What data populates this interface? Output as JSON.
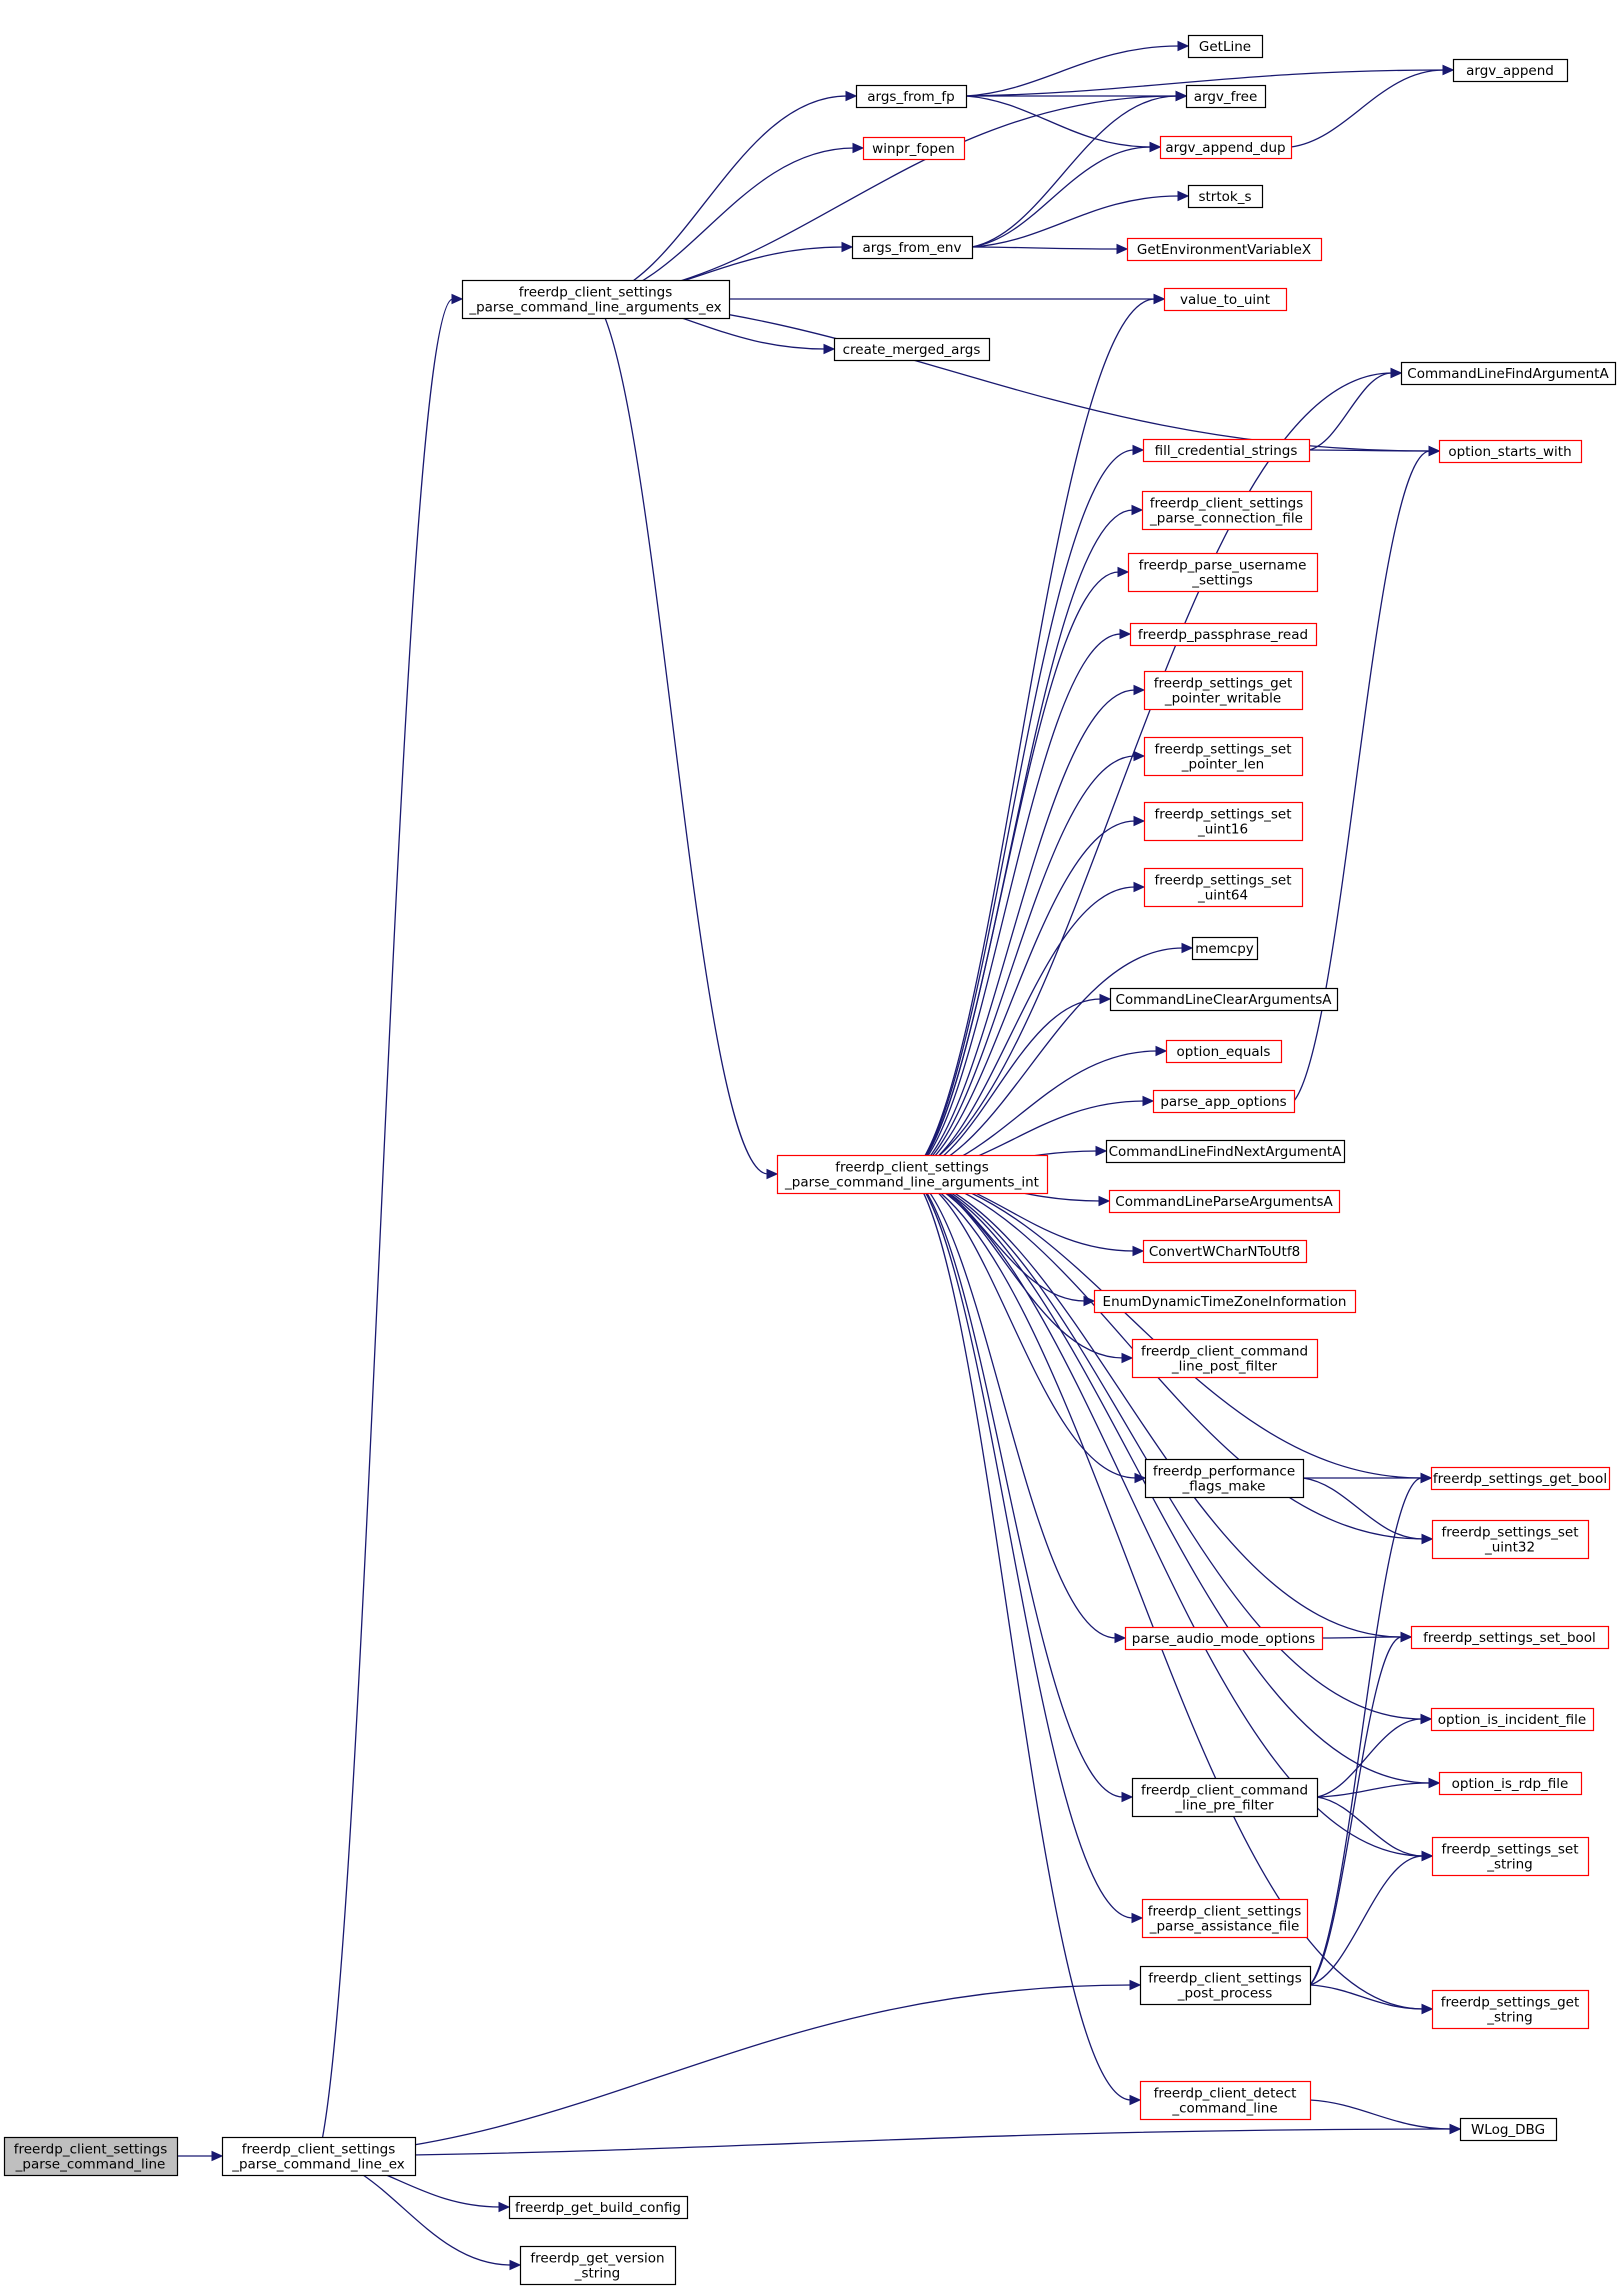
{
  "nodes": [
    {
      "id": "parse_command_line",
      "lines": [
        "freerdp_client_settings",
        "_parse_command_line"
      ],
      "highlight": true,
      "border": "black"
    },
    {
      "id": "parse_command_line_ex",
      "lines": [
        "freerdp_client_settings",
        "_parse_command_line_ex"
      ],
      "border": "black"
    },
    {
      "id": "parse_args_ex",
      "lines": [
        "freerdp_client_settings",
        "_parse_command_line_arguments_ex"
      ],
      "border": "black"
    },
    {
      "id": "parse_args_int",
      "lines": [
        "freerdp_client_settings",
        "_parse_command_line_arguments_int"
      ],
      "border": "red"
    },
    {
      "id": "args_from_fp",
      "lines": [
        "args_from_fp"
      ],
      "border": "black"
    },
    {
      "id": "winpr_fopen",
      "lines": [
        "winpr_fopen"
      ],
      "border": "red"
    },
    {
      "id": "args_from_env",
      "lines": [
        "args_from_env"
      ],
      "border": "black"
    },
    {
      "id": "create_merged_args",
      "lines": [
        "create_merged_args"
      ],
      "border": "black"
    },
    {
      "id": "getline",
      "lines": [
        "GetLine"
      ],
      "border": "black"
    },
    {
      "id": "argv_free",
      "lines": [
        "argv_free"
      ],
      "border": "black"
    },
    {
      "id": "argv_append_dup",
      "lines": [
        "argv_append_dup"
      ],
      "border": "red"
    },
    {
      "id": "strtok_s",
      "lines": [
        "strtok_s"
      ],
      "border": "black"
    },
    {
      "id": "get_env_var",
      "lines": [
        "GetEnvironmentVariableX"
      ],
      "border": "red"
    },
    {
      "id": "value_to_uint",
      "lines": [
        "value_to_uint"
      ],
      "border": "red"
    },
    {
      "id": "argv_append",
      "lines": [
        "argv_append"
      ],
      "border": "black"
    },
    {
      "id": "cl_find_arg",
      "lines": [
        "CommandLineFindArgumentA"
      ],
      "border": "black"
    },
    {
      "id": "option_starts_with",
      "lines": [
        "option_starts_with"
      ],
      "border": "red"
    },
    {
      "id": "fill_credential_strings",
      "lines": [
        "fill_credential_strings"
      ],
      "border": "red"
    },
    {
      "id": "parse_connection_file",
      "lines": [
        "freerdp_client_settings",
        "_parse_connection_file"
      ],
      "border": "red"
    },
    {
      "id": "parse_username_settings",
      "lines": [
        "freerdp_parse_username",
        "_settings"
      ],
      "border": "red"
    },
    {
      "id": "passphrase_read",
      "lines": [
        "freerdp_passphrase_read"
      ],
      "border": "red"
    },
    {
      "id": "get_pointer_writable",
      "lines": [
        "freerdp_settings_get",
        "_pointer_writable"
      ],
      "border": "red"
    },
    {
      "id": "set_pointer_len",
      "lines": [
        "freerdp_settings_set",
        "_pointer_len"
      ],
      "border": "red"
    },
    {
      "id": "set_uint16",
      "lines": [
        "freerdp_settings_set",
        "_uint16"
      ],
      "border": "red"
    },
    {
      "id": "set_uint64",
      "lines": [
        "freerdp_settings_set",
        "_uint64"
      ],
      "border": "red"
    },
    {
      "id": "memcpy",
      "lines": [
        "memcpy"
      ],
      "border": "black"
    },
    {
      "id": "cl_clear_args",
      "lines": [
        "CommandLineClearArgumentsA"
      ],
      "border": "black"
    },
    {
      "id": "option_equals",
      "lines": [
        "option_equals"
      ],
      "border": "red"
    },
    {
      "id": "parse_app_options",
      "lines": [
        "parse_app_options"
      ],
      "border": "red"
    },
    {
      "id": "cl_find_next_arg",
      "lines": [
        "CommandLineFindNextArgumentA"
      ],
      "border": "black"
    },
    {
      "id": "cl_parse_args",
      "lines": [
        "CommandLineParseArgumentsA"
      ],
      "border": "red"
    },
    {
      "id": "convert_wchar",
      "lines": [
        "ConvertWCharNToUtf8"
      ],
      "border": "red"
    },
    {
      "id": "enum_tz",
      "lines": [
        "EnumDynamicTimeZoneInformation"
      ],
      "border": "red"
    },
    {
      "id": "post_filter",
      "lines": [
        "freerdp_client_command",
        "_line_post_filter"
      ],
      "border": "red"
    },
    {
      "id": "perf_flags_make",
      "lines": [
        "freerdp_performance",
        "_flags_make"
      ],
      "border": "black"
    },
    {
      "id": "get_bool",
      "lines": [
        "freerdp_settings_get_bool"
      ],
      "border": "red"
    },
    {
      "id": "set_uint32",
      "lines": [
        "freerdp_settings_set",
        "_uint32"
      ],
      "border": "red"
    },
    {
      "id": "parse_audio_mode_options",
      "lines": [
        "parse_audio_mode_options"
      ],
      "border": "red"
    },
    {
      "id": "set_bool",
      "lines": [
        "freerdp_settings_set_bool"
      ],
      "border": "red"
    },
    {
      "id": "option_is_incident_file",
      "lines": [
        "option_is_incident_file"
      ],
      "border": "red"
    },
    {
      "id": "pre_filter",
      "lines": [
        "freerdp_client_command",
        "_line_pre_filter"
      ],
      "border": "black"
    },
    {
      "id": "option_is_rdp_file",
      "lines": [
        "option_is_rdp_file"
      ],
      "border": "red"
    },
    {
      "id": "set_string",
      "lines": [
        "freerdp_settings_set",
        "_string"
      ],
      "border": "red"
    },
    {
      "id": "parse_assistance_file",
      "lines": [
        "freerdp_client_settings",
        "_parse_assistance_file"
      ],
      "border": "red"
    },
    {
      "id": "post_process",
      "lines": [
        "freerdp_client_settings",
        "_post_process"
      ],
      "border": "black"
    },
    {
      "id": "get_string",
      "lines": [
        "freerdp_settings_get",
        "_string"
      ],
      "border": "red"
    },
    {
      "id": "detect_command_line",
      "lines": [
        "freerdp_client_detect",
        "_command_line"
      ],
      "border": "red"
    },
    {
      "id": "wlog_dbg",
      "lines": [
        "WLog_DBG"
      ],
      "border": "black"
    },
    {
      "id": "get_build_config",
      "lines": [
        "freerdp_get_build_config"
      ],
      "border": "black"
    },
    {
      "id": "get_version_string",
      "lines": [
        "freerdp_get_version",
        "_string"
      ],
      "border": "black"
    }
  ],
  "edges": [
    {
      "from": "parse_command_line",
      "to": "parse_command_line_ex"
    },
    {
      "from": "parse_command_line_ex",
      "to": "parse_args_ex"
    },
    {
      "from": "parse_command_line_ex",
      "to": "post_process"
    },
    {
      "from": "parse_command_line_ex",
      "to": "wlog_dbg"
    },
    {
      "from": "parse_command_line_ex",
      "to": "get_build_config"
    },
    {
      "from": "parse_command_line_ex",
      "to": "get_version_string"
    },
    {
      "from": "parse_args_ex",
      "to": "args_from_fp"
    },
    {
      "from": "parse_args_ex",
      "to": "winpr_fopen"
    },
    {
      "from": "parse_args_ex",
      "to": "argv_free"
    },
    {
      "from": "parse_args_ex",
      "to": "args_from_env"
    },
    {
      "from": "parse_args_ex",
      "to": "value_to_uint"
    },
    {
      "from": "parse_args_ex",
      "to": "create_merged_args"
    },
    {
      "from": "parse_args_ex",
      "to": "option_starts_with"
    },
    {
      "from": "parse_args_ex",
      "to": "parse_args_int"
    },
    {
      "from": "args_from_fp",
      "to": "argv_append"
    },
    {
      "from": "args_from_fp",
      "to": "getline"
    },
    {
      "from": "args_from_fp",
      "to": "argv_free"
    },
    {
      "from": "args_from_fp",
      "to": "argv_append_dup"
    },
    {
      "from": "args_from_env",
      "to": "argv_free"
    },
    {
      "from": "args_from_env",
      "to": "argv_append_dup"
    },
    {
      "from": "args_from_env",
      "to": "strtok_s"
    },
    {
      "from": "args_from_env",
      "to": "get_env_var"
    },
    {
      "from": "argv_append_dup",
      "to": "argv_append"
    },
    {
      "from": "fill_credential_strings",
      "to": "cl_find_arg"
    },
    {
      "from": "fill_credential_strings",
      "to": "option_starts_with"
    },
    {
      "from": "parse_app_options",
      "to": "option_starts_with"
    },
    {
      "from": "parse_args_int",
      "to": "value_to_uint"
    },
    {
      "from": "parse_args_int",
      "to": "cl_find_arg"
    },
    {
      "from": "parse_args_int",
      "to": "fill_credential_strings"
    },
    {
      "from": "parse_args_int",
      "to": "parse_connection_file"
    },
    {
      "from": "parse_args_int",
      "to": "parse_username_settings"
    },
    {
      "from": "parse_args_int",
      "to": "passphrase_read"
    },
    {
      "from": "parse_args_int",
      "to": "get_pointer_writable"
    },
    {
      "from": "parse_args_int",
      "to": "set_pointer_len"
    },
    {
      "from": "parse_args_int",
      "to": "set_uint16"
    },
    {
      "from": "parse_args_int",
      "to": "set_uint64"
    },
    {
      "from": "parse_args_int",
      "to": "memcpy"
    },
    {
      "from": "parse_args_int",
      "to": "cl_clear_args"
    },
    {
      "from": "parse_args_int",
      "to": "option_equals"
    },
    {
      "from": "parse_args_int",
      "to": "parse_app_options"
    },
    {
      "from": "parse_args_int",
      "to": "cl_find_next_arg"
    },
    {
      "from": "parse_args_int",
      "to": "cl_parse_args"
    },
    {
      "from": "parse_args_int",
      "to": "convert_wchar"
    },
    {
      "from": "parse_args_int",
      "to": "enum_tz"
    },
    {
      "from": "parse_args_int",
      "to": "post_filter"
    },
    {
      "from": "parse_args_int",
      "to": "get_bool"
    },
    {
      "from": "parse_args_int",
      "to": "perf_flags_make"
    },
    {
      "from": "parse_args_int",
      "to": "set_uint32"
    },
    {
      "from": "parse_args_int",
      "to": "set_bool"
    },
    {
      "from": "parse_args_int",
      "to": "parse_audio_mode_options"
    },
    {
      "from": "parse_args_int",
      "to": "option_is_incident_file"
    },
    {
      "from": "parse_args_int",
      "to": "option_is_rdp_file"
    },
    {
      "from": "parse_args_int",
      "to": "pre_filter"
    },
    {
      "from": "parse_args_int",
      "to": "set_string"
    },
    {
      "from": "parse_args_int",
      "to": "parse_assistance_file"
    },
    {
      "from": "parse_args_int",
      "to": "get_string"
    },
    {
      "from": "parse_args_int",
      "to": "detect_command_line"
    },
    {
      "from": "perf_flags_make",
      "to": "get_bool"
    },
    {
      "from": "perf_flags_make",
      "to": "set_uint32"
    },
    {
      "from": "parse_audio_mode_options",
      "to": "set_bool"
    },
    {
      "from": "pre_filter",
      "to": "option_is_incident_file"
    },
    {
      "from": "pre_filter",
      "to": "option_is_rdp_file"
    },
    {
      "from": "pre_filter",
      "to": "set_string"
    },
    {
      "from": "post_process",
      "to": "get_bool"
    },
    {
      "from": "post_process",
      "to": "set_bool"
    },
    {
      "from": "post_process",
      "to": "set_string"
    },
    {
      "from": "post_process",
      "to": "get_string"
    },
    {
      "from": "detect_command_line",
      "to": "wlog_dbg"
    }
  ]
}
